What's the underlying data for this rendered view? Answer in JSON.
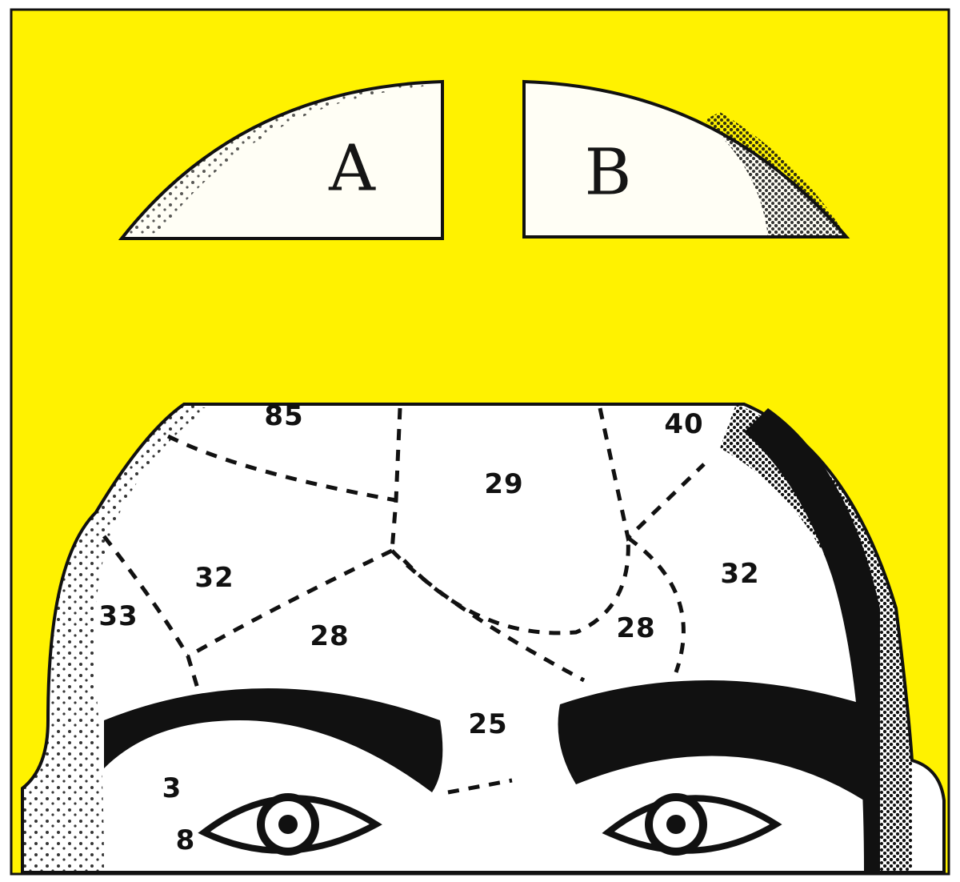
{
  "figure": {
    "background_color": "#fff200",
    "frame_color": "#111111",
    "skull_cap_pieces": [
      {
        "id": "piece-a",
        "label": "A"
      },
      {
        "id": "piece-b",
        "label": "B"
      }
    ],
    "region_numbers": [
      {
        "id": "top-left",
        "value": "85"
      },
      {
        "id": "top-right",
        "value": "40"
      },
      {
        "id": "center-top",
        "value": "29"
      },
      {
        "id": "left-upper",
        "value": "32"
      },
      {
        "id": "left-temple",
        "value": "33"
      },
      {
        "id": "left-lower",
        "value": "28"
      },
      {
        "id": "right-upper",
        "value": "32"
      },
      {
        "id": "right-lower",
        "value": "28"
      },
      {
        "id": "brow-center",
        "value": "25"
      },
      {
        "id": "left-eye-upper",
        "value": "3"
      },
      {
        "id": "left-eye-lower",
        "value": "8"
      }
    ]
  }
}
